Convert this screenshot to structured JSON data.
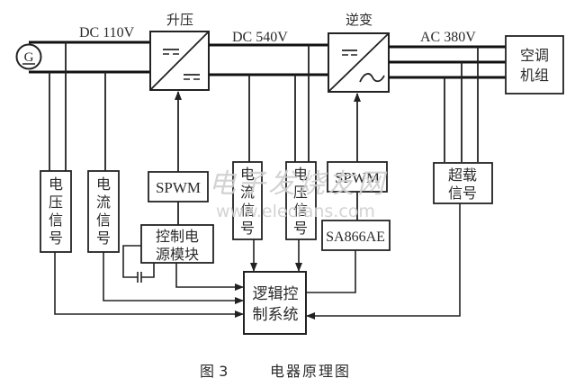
{
  "generator": {
    "symbol": "G"
  },
  "bus_labels": {
    "dc_low": "DC 110V",
    "dc_high": "DC 540V",
    "ac": "AC 380V"
  },
  "converters": {
    "boost": {
      "title": "升压",
      "input_symbol": "==",
      "output_symbol": "=="
    },
    "inverter": {
      "title": "逆变",
      "input_symbol": "==",
      "output_symbol": "~"
    }
  },
  "load": {
    "line1": "空调",
    "line2": "机组"
  },
  "blocks": {
    "voltage_signal_left": {
      "chars": [
        "电",
        "压",
        "信",
        "号"
      ]
    },
    "current_signal_left": {
      "chars": [
        "电",
        "流",
        "信",
        "号"
      ]
    },
    "spwm_left": {
      "label": "SPWM"
    },
    "control_power": {
      "line1": "控制电",
      "line2": "源模块"
    },
    "current_signal_mid": {
      "chars": [
        "电",
        "流",
        "信",
        "号"
      ]
    },
    "voltage_signal_mid": {
      "chars": [
        "电",
        "压",
        "信",
        "号"
      ]
    },
    "spwm_right": {
      "label": "SPWM"
    },
    "sa866": {
      "label": "SA866AE"
    },
    "overload_signal": {
      "line1": "超载",
      "line2": "信号"
    },
    "logic_control": {
      "line1": "逻辑控",
      "line2": "制系统"
    }
  },
  "watermark": {
    "cn": "电子发烧友网",
    "url": "www.elecfans.com"
  },
  "caption": {
    "figure": "图 3",
    "title": "电器原理图"
  }
}
